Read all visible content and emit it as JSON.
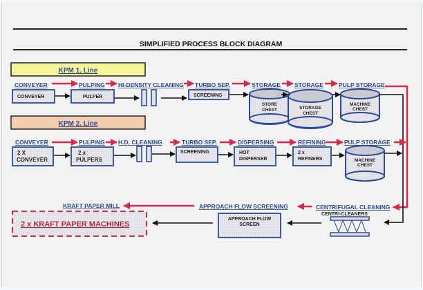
{
  "title": "SIMPLIFIED PROCESS BLOCK DIAGRAM",
  "colors": {
    "box_border": "#3b5aa8",
    "box_fill": "#e4e4e8",
    "label": "#2b4a9c",
    "red_arrow": "#d8294a",
    "black_arrow": "#111111",
    "kpm1_fill": "#f7f59a",
    "kpm2_fill": "#f5cdb0",
    "output_red": "#b3263a"
  },
  "line1": {
    "header": "KPM 1. Line",
    "stage_labels": [
      "CONVEYER",
      "PULPING",
      "HI-DENSITY CLEANING",
      "TURBO SEP.",
      "STORAGE",
      "STORAGE",
      "PULP STORAGE"
    ],
    "equipment": {
      "conveyer": "CONVEYER",
      "pulper": "PULPER",
      "screening": "SCREENING",
      "store_chest": [
        "STORE",
        "CHEST"
      ],
      "storage_chest": [
        "STORAGE",
        "CHEST"
      ],
      "machine_chest": [
        "MACHINE",
        "CHEST"
      ]
    }
  },
  "line2": {
    "header": "KPM 2. Line",
    "stage_labels": [
      "CONVEYER",
      "PULPING",
      "H.D. CLEANING",
      "TURBO SEP.",
      "DISPERSING",
      "REFINING",
      "PULP STORAGE"
    ],
    "equipment": {
      "conveyer": [
        "2 X",
        "CONVEYER"
      ],
      "pulpers": [
        "2 x",
        "PULPERS"
      ],
      "screening": "SCREENING",
      "disperser": [
        "HOT",
        "DISPERSER"
      ],
      "refiners": [
        "2 x",
        "REFINERS"
      ],
      "machine_chest": [
        "MACHINE",
        "CHEST"
      ]
    }
  },
  "final": {
    "stage_labels": [
      "CENTRIFUGAL  CLEANING",
      "APPROACH  FLOW  SCREENING",
      "KRAFT PAPER MILL"
    ],
    "centri_cleaners": "CENTRI-CLEANERS",
    "approach_flow_screen": [
      "APPROACH  FLOW",
      "SCREEN"
    ],
    "output": "2  x  KRAFT  PAPER  MACHINES"
  }
}
